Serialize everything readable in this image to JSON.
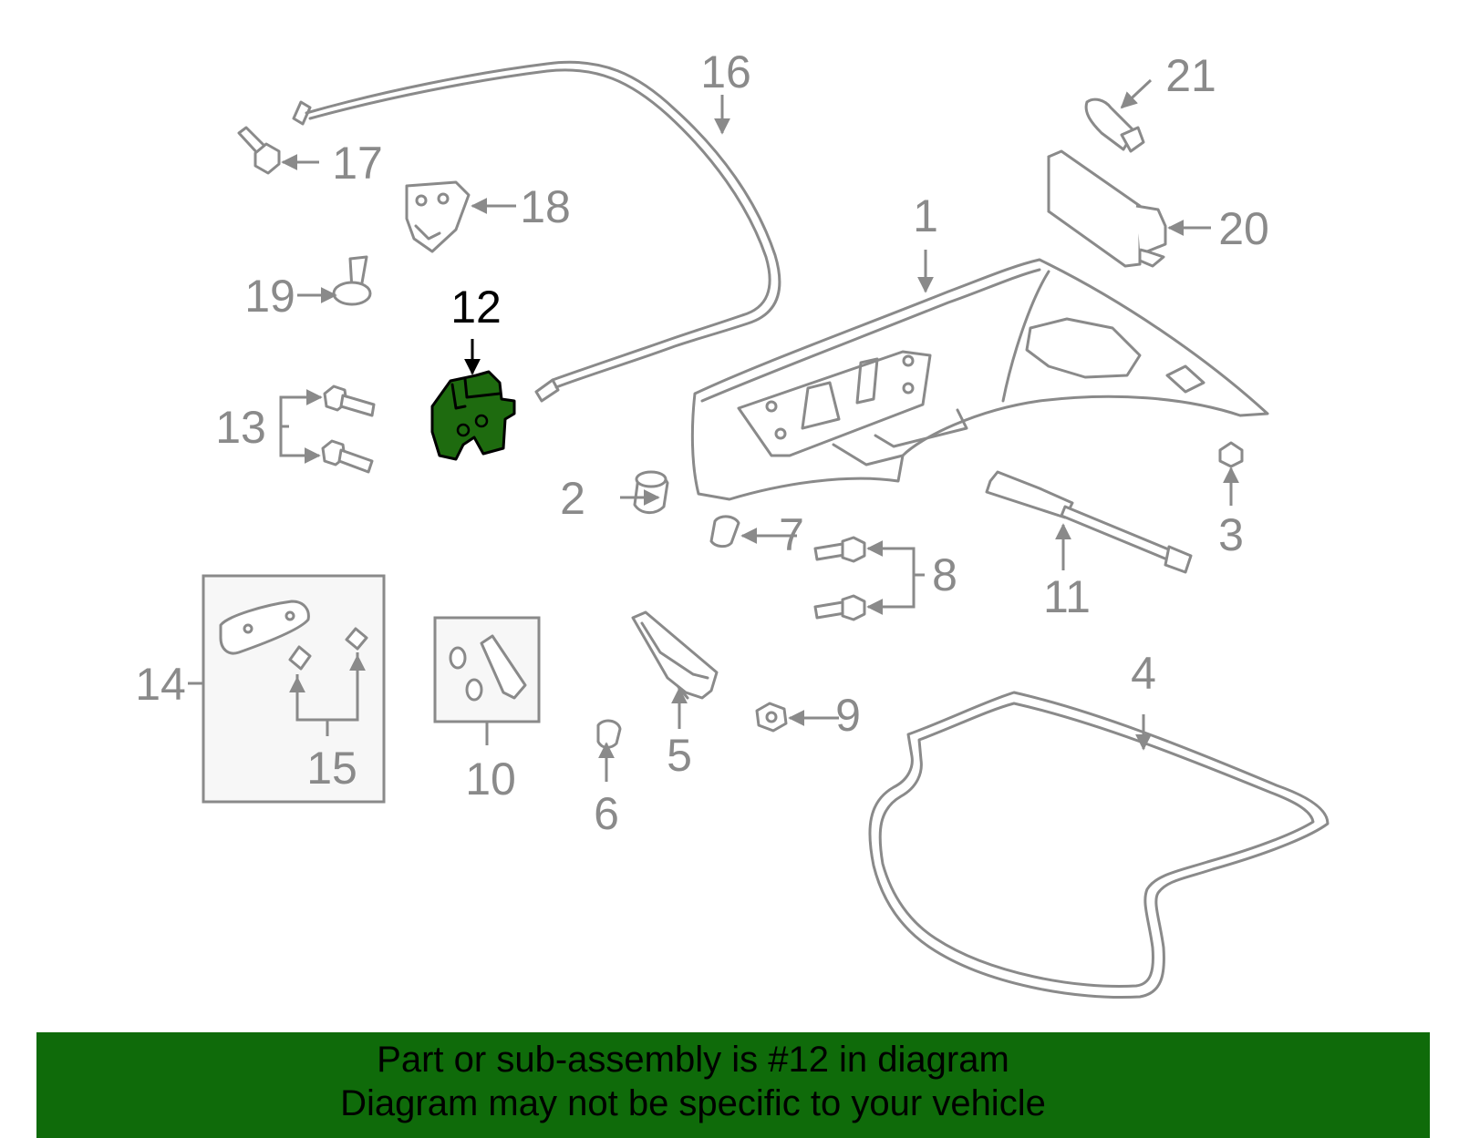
{
  "diagram": {
    "highlighted_part": "12",
    "callouts": [
      "1",
      "2",
      "3",
      "4",
      "5",
      "6",
      "7",
      "8",
      "9",
      "10",
      "11",
      "12",
      "13",
      "14",
      "15",
      "16",
      "17",
      "18",
      "19",
      "20",
      "21"
    ]
  },
  "banner": {
    "line1": "Part or sub-assembly is #12 in diagram",
    "line2": "Diagram may not be specific to your vehicle"
  },
  "colors": {
    "highlight_fill": "#1e6b0f",
    "banner_bg": "#0f6b0a",
    "line_gray": "#8a8a8a"
  }
}
